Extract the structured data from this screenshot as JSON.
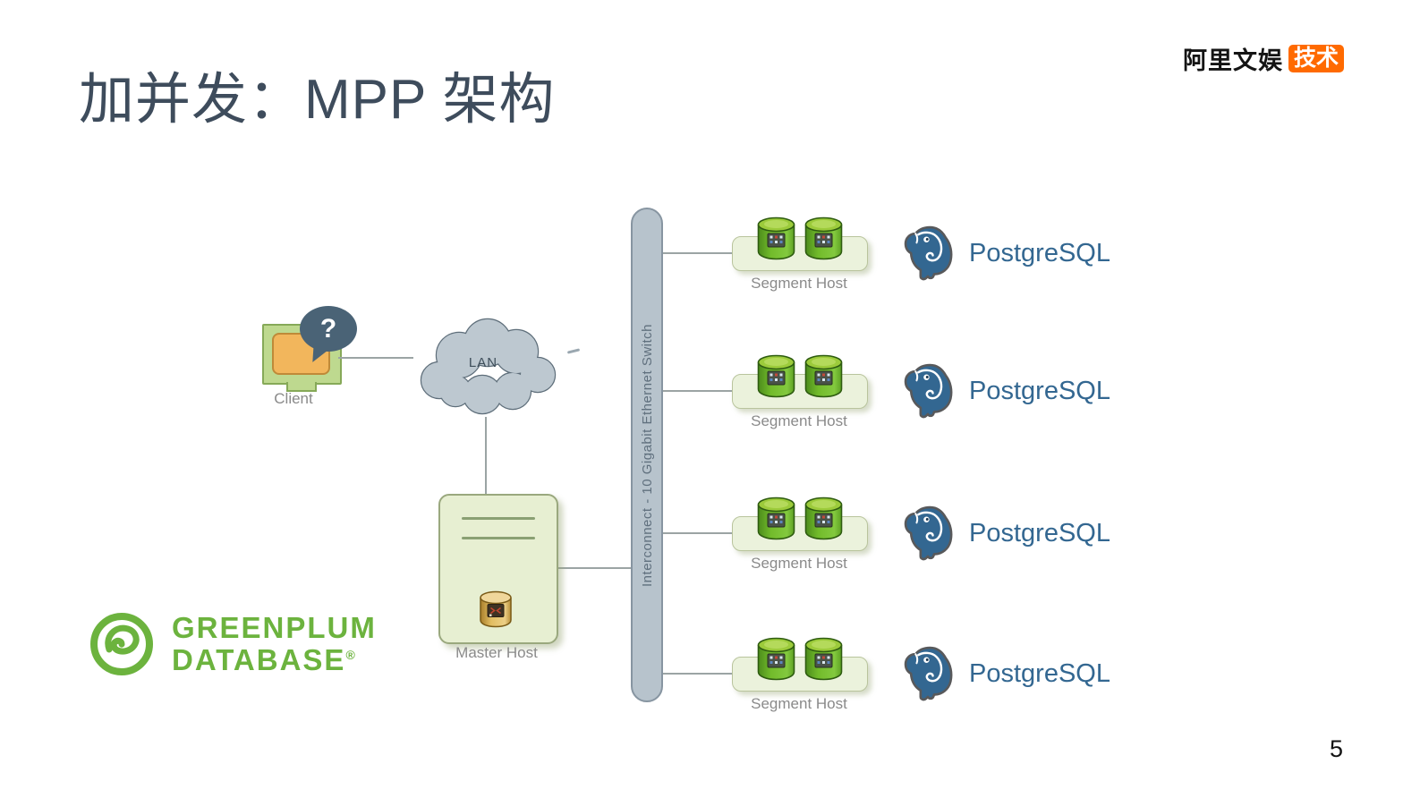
{
  "slide": {
    "title": "加并发：MPP 架构",
    "page_number": "5",
    "brand": {
      "name": "阿里文娱",
      "badge": "技术"
    }
  },
  "diagram": {
    "client": {
      "label": "Client",
      "bubble_text": "?"
    },
    "lan": {
      "label": "LAN"
    },
    "master": {
      "label": "Master Host"
    },
    "interconnect": {
      "label": "Interconnect - 10 Gigabit Ethernet Switch"
    },
    "segment_hosts": [
      {
        "label": "Segment Host",
        "db_label": "PostgreSQL"
      },
      {
        "label": "Segment Host",
        "db_label": "PostgreSQL"
      },
      {
        "label": "Segment Host",
        "db_label": "PostgreSQL"
      },
      {
        "label": "Segment Host",
        "db_label": "PostgreSQL"
      }
    ],
    "logos": {
      "greenplum": {
        "line1": "GREENPLUM",
        "line2": "DATABASE",
        "registered": "®"
      }
    }
  },
  "colors": {
    "postgres_blue": "#336791",
    "greenplum_green": "#6CB33E",
    "alibaba_orange": "#FF6A00",
    "title_color": "#3E4C5C",
    "switch_gray": "#B7C3CC",
    "host_green": "#EBF2DC"
  }
}
